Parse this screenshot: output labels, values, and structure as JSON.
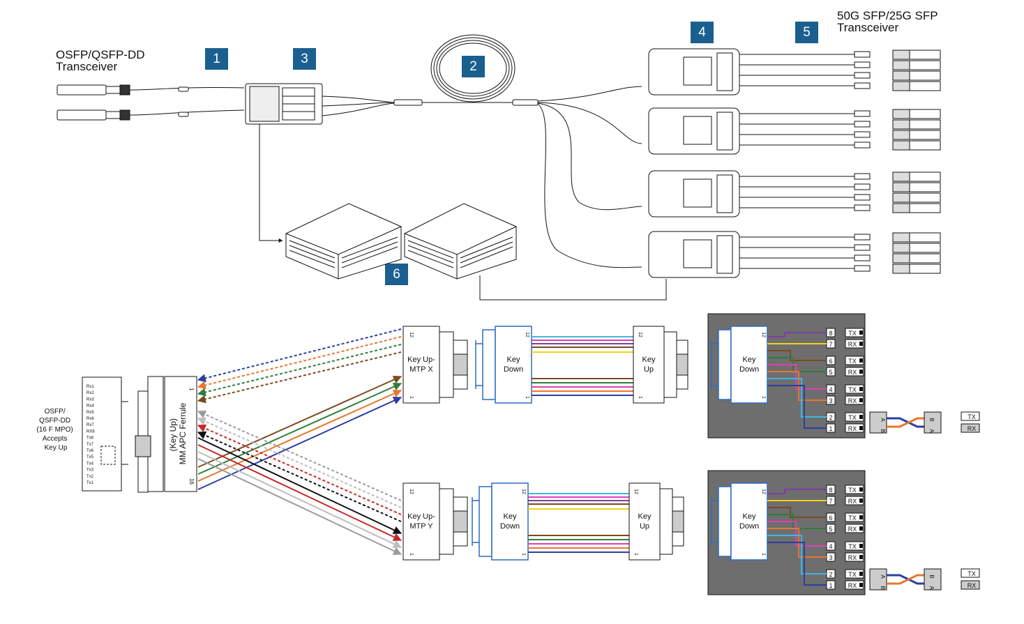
{
  "top": {
    "label_osfp": [
      "OSFP/QSFP-DD",
      "Transceiver"
    ],
    "label_sfp": [
      "50G SFP/25G SFP",
      "Transceiver"
    ],
    "badges": [
      "1",
      "2",
      "3",
      "4",
      "5",
      "6"
    ]
  },
  "bottom": {
    "left_label": [
      "OSFP/",
      "QSFP-DD",
      "(16 F MPO)",
      "Accepts",
      "Key Up"
    ],
    "port_list": [
      "Rx1",
      "Rx2",
      "Rx3",
      "Rx4",
      "Rx5",
      "Rx6",
      "Rx7",
      "RX8",
      "Tx8",
      "Tx7",
      "Tx6",
      "Tx5",
      "Tx4",
      "Tx3",
      "Tx2",
      "Tx1"
    ],
    "ferrule_label": [
      "(Key Up)",
      "MM APC Ferrule"
    ],
    "ferrule_pins": [
      "1",
      "16"
    ],
    "fiber_pins": [
      "12",
      "1"
    ],
    "mtp_x": [
      "Key Up-",
      "MTP X"
    ],
    "mtp_y": [
      "Key Up-",
      "MTP Y"
    ],
    "key_down": [
      "Key",
      "Down"
    ],
    "key_up": [
      "Key",
      "Up"
    ],
    "port_numbers": [
      "8",
      "7",
      "6",
      "5",
      "4",
      "3",
      "2",
      "1"
    ],
    "port_types": [
      "TX",
      "RX",
      "TX",
      "RX",
      "TX",
      "RX",
      "TX",
      "RX"
    ],
    "duplex_letters": [
      "A",
      "B"
    ],
    "end_labels": [
      "TX",
      "RX"
    ]
  },
  "colors": {
    "badge": "#1a5f8f",
    "blue": "#2c3e9f",
    "orange": "#e8772e",
    "green": "#2e7d3a",
    "brown": "#7a4a1f",
    "gray": "#9a9a9a",
    "red": "#c62828",
    "black": "#111111",
    "silver": "#bdbdbd",
    "cyan": "#3fb8e0",
    "magenta": "#e03fae",
    "purple": "#7b3fa0",
    "yellow": "#f3d21a",
    "box_fill": "#cfe2f3",
    "panel": "#6e6e6e"
  }
}
